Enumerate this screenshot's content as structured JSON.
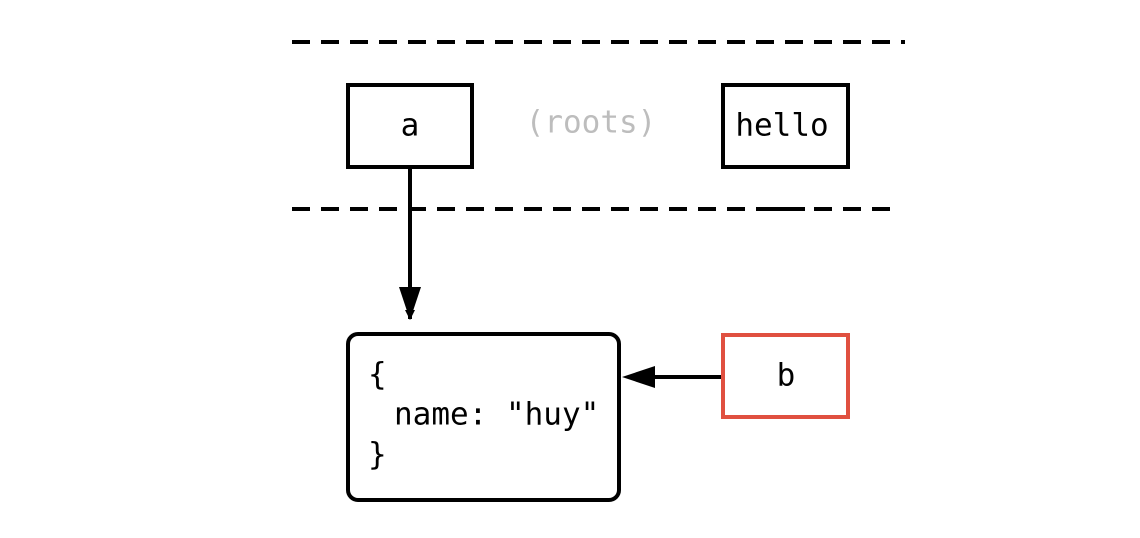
{
  "diagram": {
    "roots_label": "(roots)",
    "root_a_label": "a",
    "root_hello_label": "hello",
    "variable_b_label": "b",
    "object_lines": [
      "{",
      "name: \"huy\"",
      "}"
    ],
    "colors": {
      "stroke": "#000000",
      "roots_text": "#bdbdbd",
      "highlight_border": "#e05040"
    }
  }
}
